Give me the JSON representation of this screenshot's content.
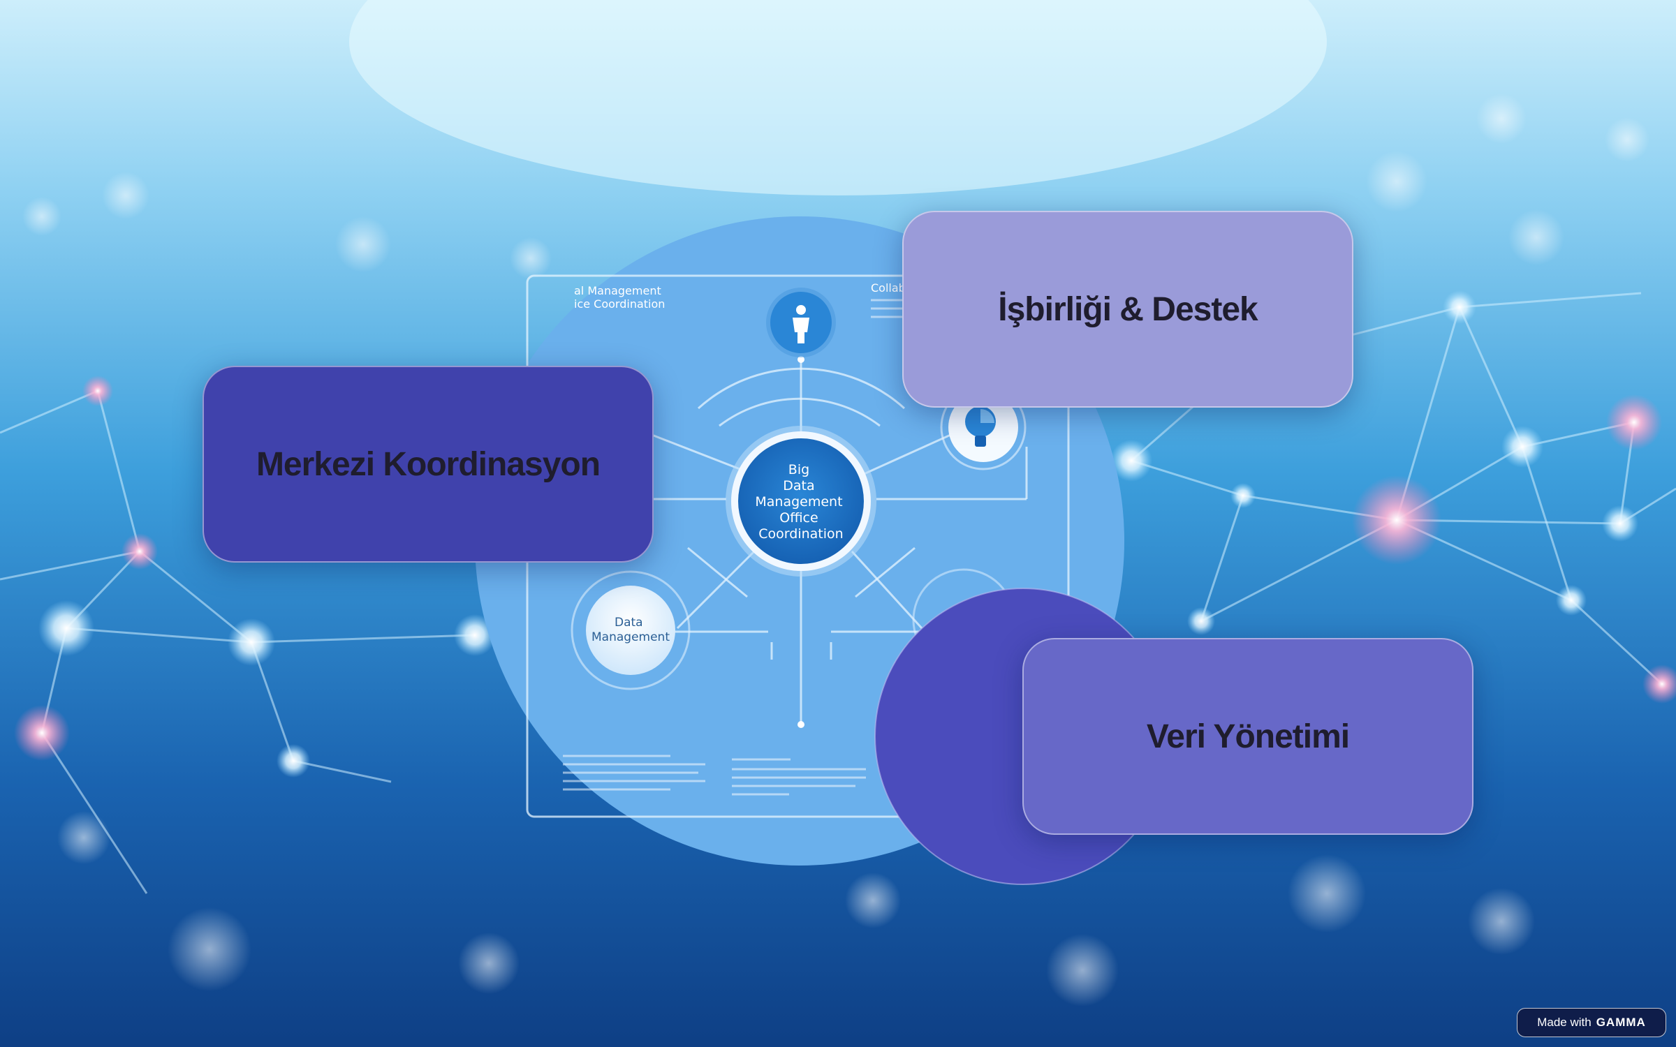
{
  "diagram": {
    "center_node": {
      "lines": [
        "Big",
        "Data",
        "Management",
        "Office",
        "Coordination"
      ]
    },
    "satellites": [
      {
        "label": "Data\nManagement",
        "icon": "data-management-node"
      },
      {
        "label": "",
        "icon": "person-icon"
      },
      {
        "label": "",
        "icon": "lightbulb-icon"
      }
    ],
    "corner_labels": {
      "top_left": [
        "al Management",
        "ice Coordination"
      ],
      "top_right": [
        "Collab"
      ]
    }
  },
  "cards": [
    {
      "id": "merkezi",
      "title": "Merkezi Koordinasyon"
    },
    {
      "id": "isbirligi",
      "title": "İşbirliği & Destek"
    },
    {
      "id": "veri",
      "title": "Veri Yönetimi"
    }
  ],
  "badge": {
    "prefix": "Made with",
    "brand": "GAMMA"
  },
  "colors": {
    "card_dark": "#4042ac",
    "card_light": "#9a9bd9",
    "card_mid": "#6768c8",
    "accent_circle": "#4b4cbc",
    "diagram_circle": "#6ab0ec",
    "center_node": "#1f78cc"
  }
}
